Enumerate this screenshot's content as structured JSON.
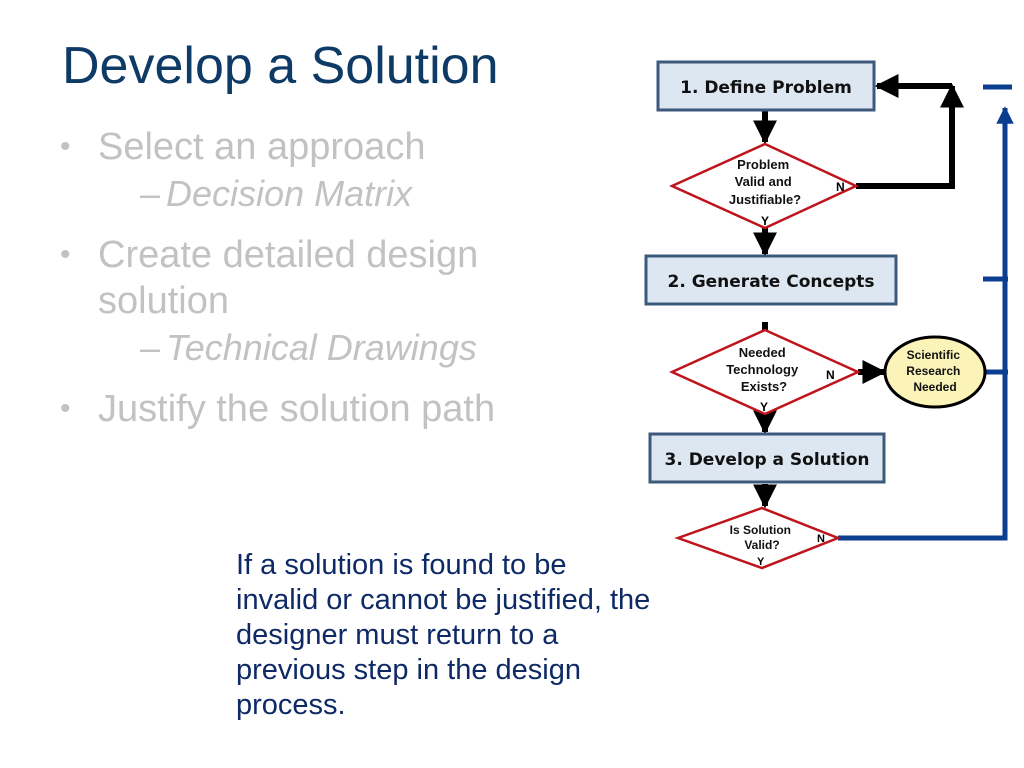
{
  "slide": {
    "title": "Develop a Solution",
    "bullets": [
      {
        "text": "Select an approach",
        "sub": "Decision Matrix"
      },
      {
        "text": "Create detailed design solution",
        "sub": "Technical Drawings"
      },
      {
        "text": "Justify the solution path"
      }
    ],
    "callout": "If a solution is found to be invalid or cannot be justified, the designer must return to a previous step in the design process.",
    "bullet_glyph": "•",
    "dash_glyph": "–"
  },
  "flowchart": {
    "steps": {
      "define": "1. Define Problem",
      "generate": "2. Generate Concepts",
      "develop": "3. Develop a Solution"
    },
    "decisions": {
      "problem_valid": [
        "Problem",
        "Valid and",
        "Justifiable?"
      ],
      "technology": [
        "Needed",
        "Technology",
        "Exists?"
      ],
      "solution_valid": [
        "Is Solution",
        "Valid?"
      ]
    },
    "research": [
      "Scientific",
      "Research",
      "Needed"
    ],
    "yes": "Y",
    "no": "N",
    "colors": {
      "box_fill": "#dde7f2",
      "box_border": "#3c5a7c",
      "diamond_border": "#c0141c",
      "research_fill": "#fbf3b8",
      "return_line": "#0b3d91"
    }
  }
}
